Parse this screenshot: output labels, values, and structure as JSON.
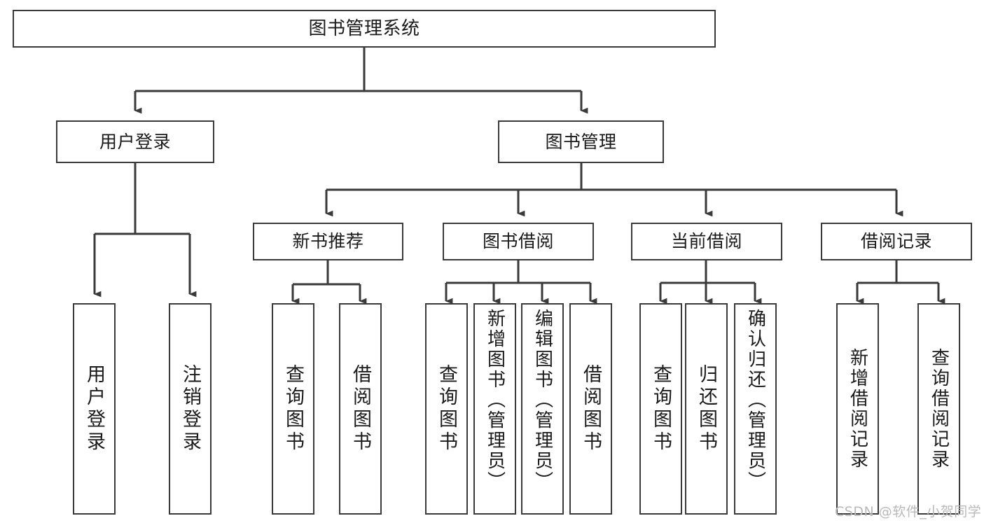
{
  "diagram": {
    "title": "图书管理系统",
    "type": "hierarchy-tree",
    "watermark": "CSDN @软件_小贺同学",
    "colors": {
      "stroke": "#3a3a3a",
      "fill": "#ffffff",
      "text": "#1a1a1a",
      "watermark": "#b9b9b9"
    },
    "nodes": {
      "root": {
        "label": "图书管理系统"
      },
      "level2": [
        {
          "id": "user-login",
          "label": "用户登录"
        },
        {
          "id": "book-manage",
          "label": "图书管理"
        }
      ],
      "level3": [
        {
          "id": "new-book-recommend",
          "label": "新书推荐"
        },
        {
          "id": "book-borrow",
          "label": "图书借阅"
        },
        {
          "id": "current-borrow",
          "label": "当前借阅"
        },
        {
          "id": "borrow-record",
          "label": "借阅记录"
        }
      ],
      "leaves": {
        "user_login": [
          {
            "id": "leaf-user-login",
            "label": "用户登录"
          },
          {
            "id": "leaf-logout",
            "label": "注销登录"
          }
        ],
        "new_book_recommend": [
          {
            "id": "leaf-query-book-1",
            "label": "查询图书"
          },
          {
            "id": "leaf-borrow-book-1",
            "label": "借阅图书"
          }
        ],
        "book_borrow": [
          {
            "id": "leaf-query-book-2",
            "label": "查询图书"
          },
          {
            "id": "leaf-add-book",
            "label": "新增图书（管理员）"
          },
          {
            "id": "leaf-edit-book",
            "label": "编辑图书（管理员）"
          },
          {
            "id": "leaf-borrow-book-2",
            "label": "借阅图书"
          }
        ],
        "current_borrow": [
          {
            "id": "leaf-query-book-3",
            "label": "查询图书"
          },
          {
            "id": "leaf-return-book",
            "label": "归还图书"
          },
          {
            "id": "leaf-confirm-return",
            "label": "确认归还（管理员）"
          }
        ],
        "borrow_record": [
          {
            "id": "leaf-add-record",
            "label": "新增借阅记录"
          },
          {
            "id": "leaf-query-record",
            "label": "查询借阅记录"
          }
        ]
      }
    }
  }
}
